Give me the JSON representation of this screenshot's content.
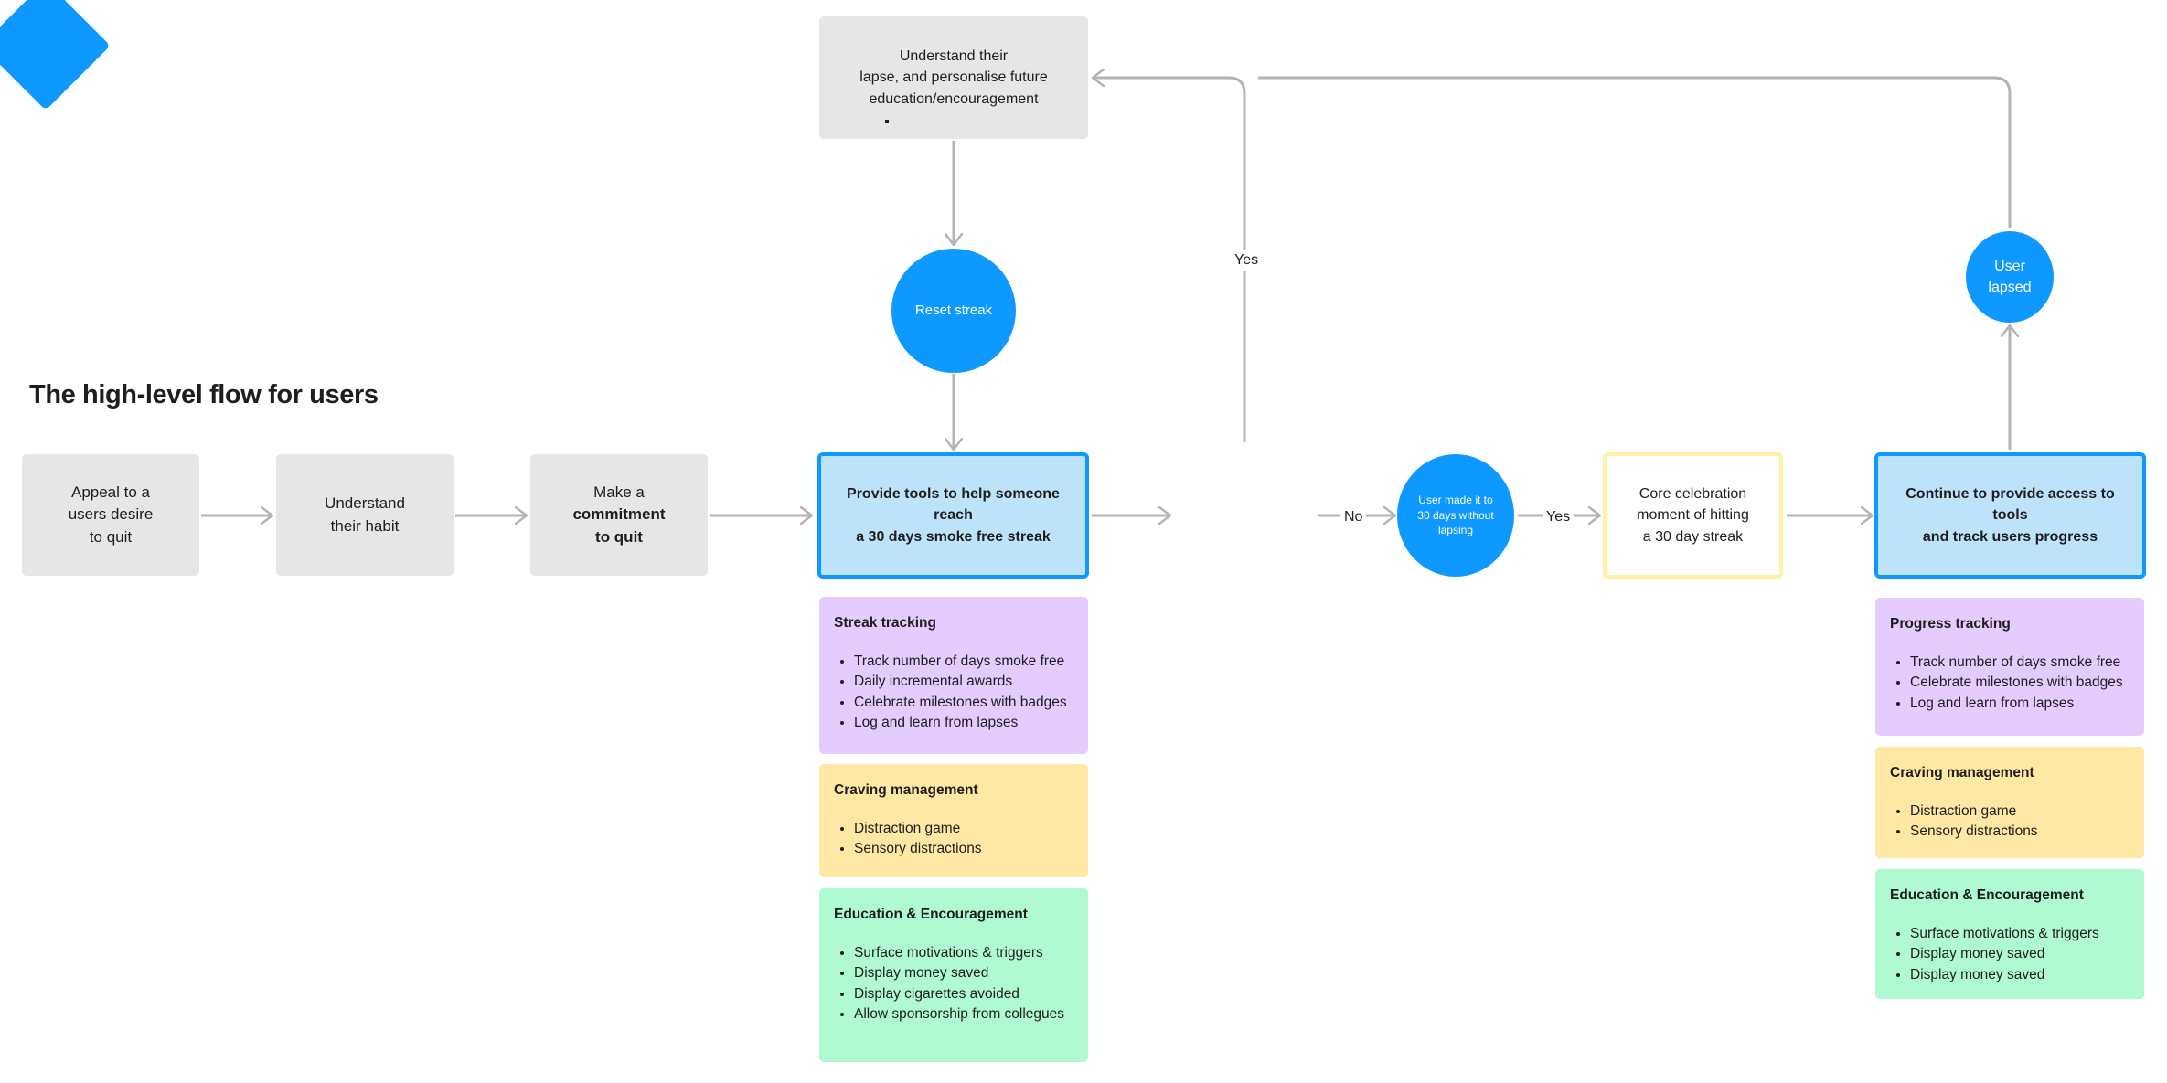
{
  "title": "The high-level flow for users",
  "colors": {
    "connector": "#b3b3b3",
    "node_grey": "#e6e6e6",
    "node_blue": "#0d99ff",
    "node_blue_fill": "#bde3fb",
    "celebration_border": "#fff1a6",
    "card_purple": "#e4ccff",
    "card_amber": "#ffe8a3",
    "card_green": "#affad1"
  },
  "nodes": {
    "appeal": "Appeal to a\nusers desire\nto quit",
    "understand_habit": "Understand\ntheir habit",
    "commitment": {
      "prefix": "Make a",
      "bold": "commitment\nto quit"
    },
    "provide_tools": "Provide tools to help someone reach\na 30 days smoke free streak",
    "understand_lapse": "Understand their\nlapse, and personalise future\neducation/encouragement",
    "reset_streak": "Reset streak",
    "user_lapsed_decision": "User\nlapsed",
    "made_it_30": "User made it to\n30 days without\nlapsing",
    "celebration": "Core celebration\nmoment of hitting\na 30 day streak",
    "continue_access": "Continue to provide access to tools\nand track users progress",
    "user_lapsed_right": "User\nlapsed"
  },
  "edge_labels": {
    "yes_up": "Yes",
    "no": "No",
    "yes_right": "Yes"
  },
  "cards_left": [
    {
      "title": "Streak tracking",
      "items": [
        "Track number of days smoke free",
        "Daily incremental awards",
        "Celebrate milestones with badges",
        "Log and learn from lapses"
      ]
    },
    {
      "title": "Craving management",
      "items": [
        "Distraction game",
        "Sensory distractions"
      ]
    },
    {
      "title": "Education & Encouragement",
      "items": [
        "Surface motivations & triggers",
        "Display money saved",
        "Display cigarettes avoided",
        "Allow sponsorship from collegues"
      ]
    }
  ],
  "cards_right": [
    {
      "title": "Progress tracking",
      "items": [
        "Track number of days smoke free",
        "Celebrate milestones with badges",
        "Log and learn from lapses"
      ]
    },
    {
      "title": "Craving management",
      "items": [
        "Distraction game",
        "Sensory distractions"
      ]
    },
    {
      "title": "Education & Encouragement",
      "items": [
        "Surface motivations & triggers",
        "Display money saved",
        "Display money saved"
      ]
    }
  ]
}
